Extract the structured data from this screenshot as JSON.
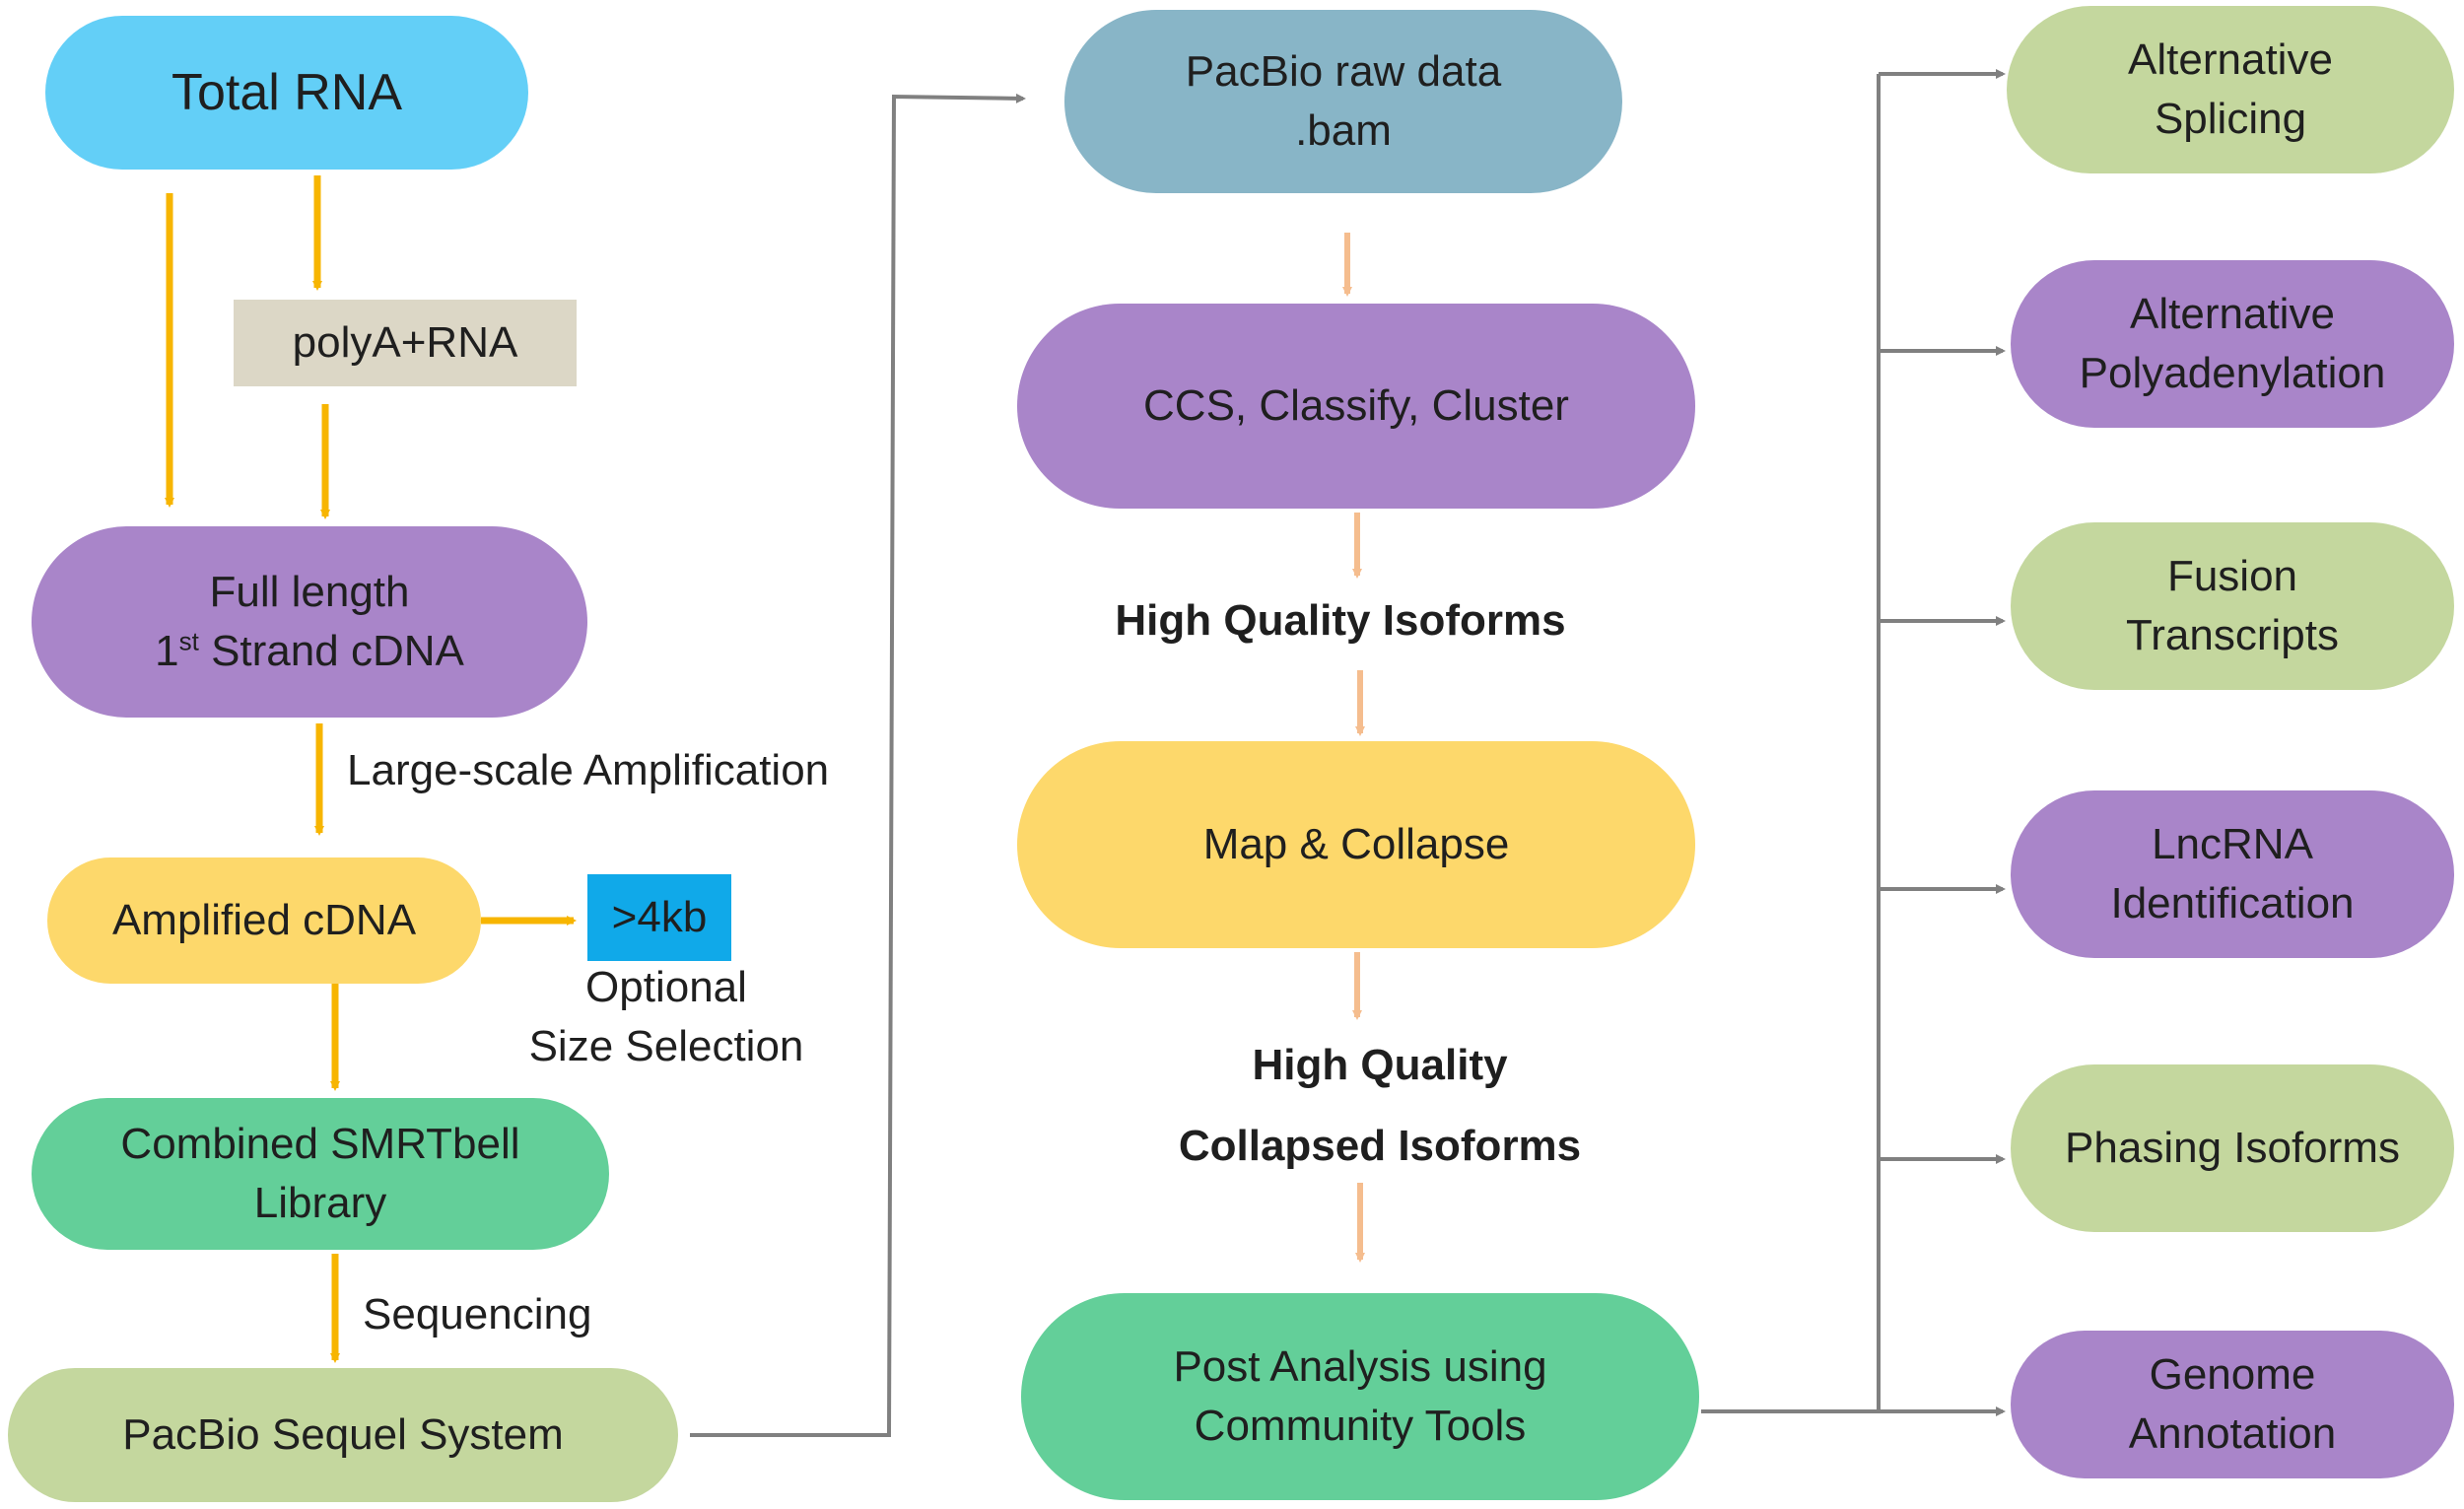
{
  "nodes": {
    "total_rna": "Total RNA",
    "polya_rna": "polyA+RNA",
    "full_length_line1": "Full length",
    "full_length_line2_a": "1",
    "full_length_line2_sup": "st",
    "full_length_line2_b": " Strand cDNA",
    "amplified_cdna": "Amplified cDNA",
    "size_4kb": ">4kb",
    "smrtbell_line1": "Combined SMRTbell",
    "smrtbell_line2": "Library",
    "sequel_system": "PacBio Sequel System",
    "raw_data_line1": "PacBio raw data",
    "raw_data_line2": ".bam",
    "ccs": "CCS, Classify, Cluster",
    "map_collapse": "Map & Collapse",
    "post_analysis_line1": "Post Analysis using",
    "post_analysis_line2": "Community Tools",
    "alt_splicing_line1": "Alternative",
    "alt_splicing_line2": "Splicing",
    "alt_polya_line1": "Alternative",
    "alt_polya_line2": "Polyadenylation",
    "fusion_line1": "Fusion",
    "fusion_line2": "Transcripts",
    "lncrna_line1": "LncRNA",
    "lncrna_line2": "Identification",
    "phasing": "Phasing Isoforms",
    "genome_line1": "Genome",
    "genome_line2": "Annotation"
  },
  "labels": {
    "large_scale": "Large-scale Amplification",
    "optional_line1": "Optional",
    "optional_line2": "Size Selection",
    "sequencing": "Sequencing",
    "hq_isoforms": "High Quality Isoforms",
    "hq_collapsed_line1": "High Quality",
    "hq_collapsed_line2": "Collapsed Isoforms"
  },
  "colors": {
    "arrow_gold": "#f7b500",
    "arrow_peach": "#f5bd8e",
    "arrow_gray": "#808080",
    "total_rna": "#63cff7",
    "purple": "#a985c9",
    "yellow": "#fdd86b",
    "green": "#63cf99",
    "olive": "#c4d79e",
    "beige": "#dcd7c6",
    "teal": "#88b5c7",
    "cyan": "#10a9e9"
  }
}
